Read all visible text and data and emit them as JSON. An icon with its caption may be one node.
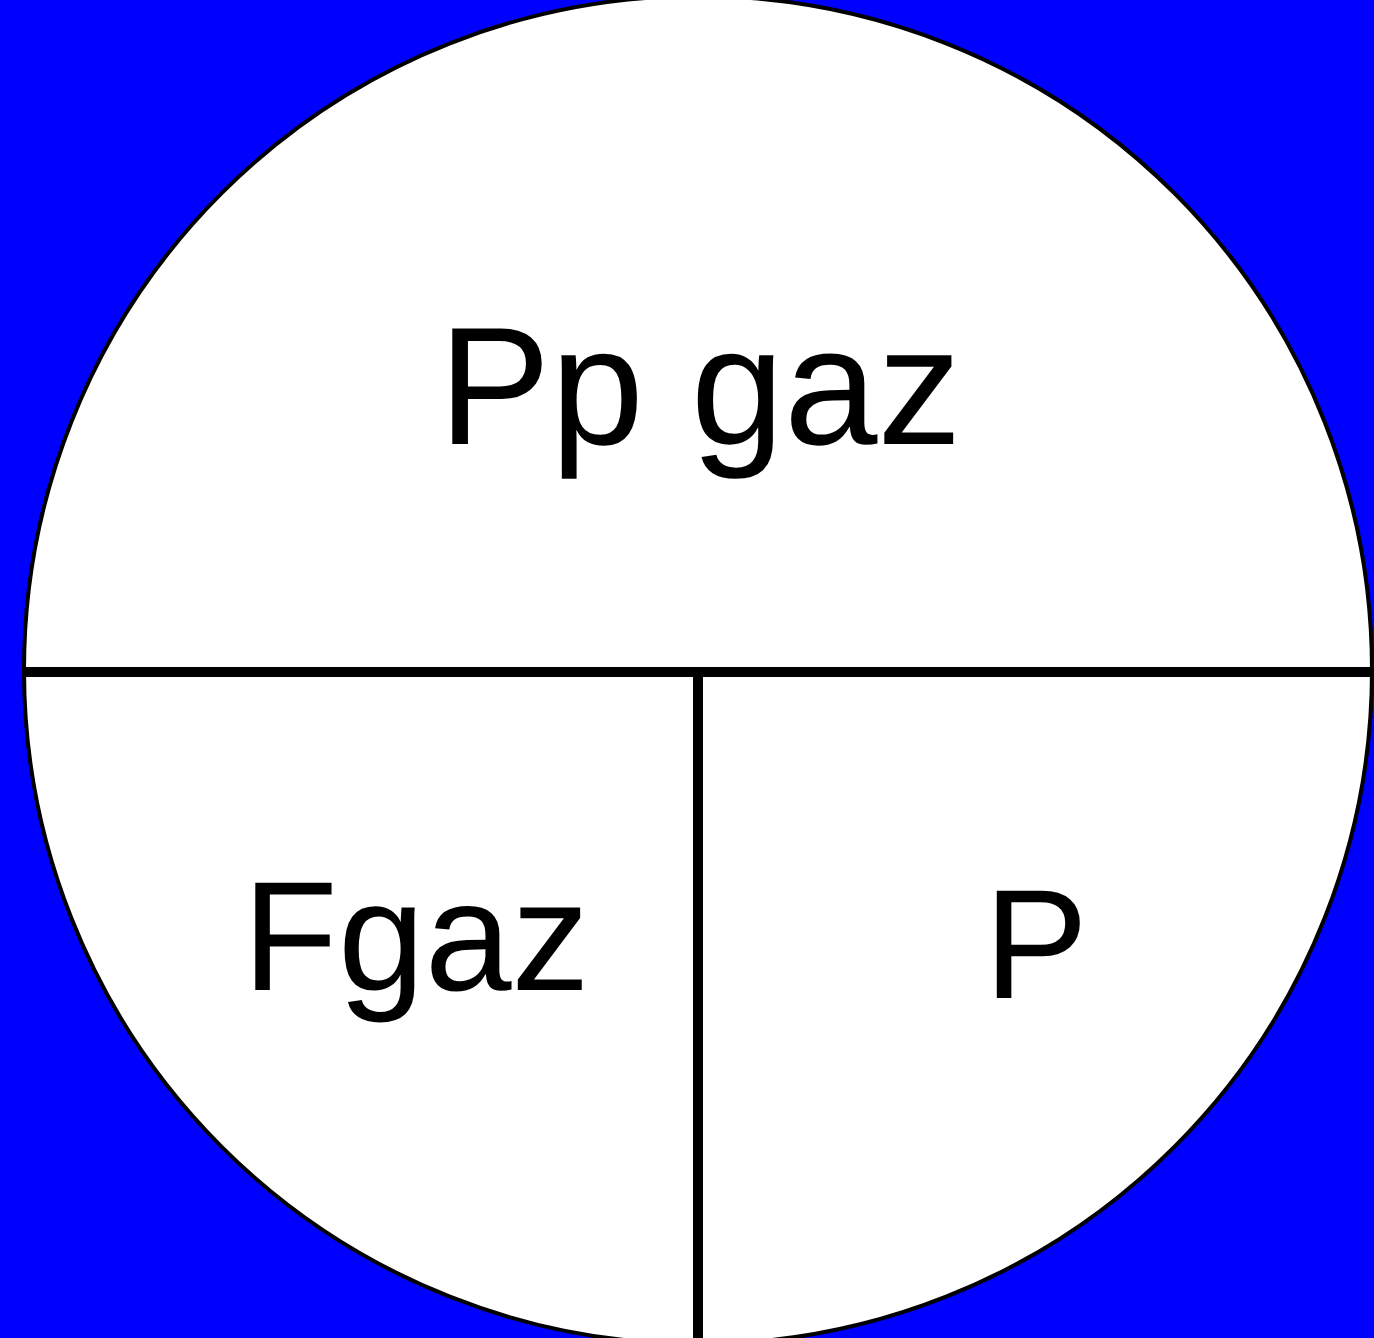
{
  "diagram": {
    "labels": [
      "Pp gaz",
      "Fgaz",
      "P"
    ]
  }
}
